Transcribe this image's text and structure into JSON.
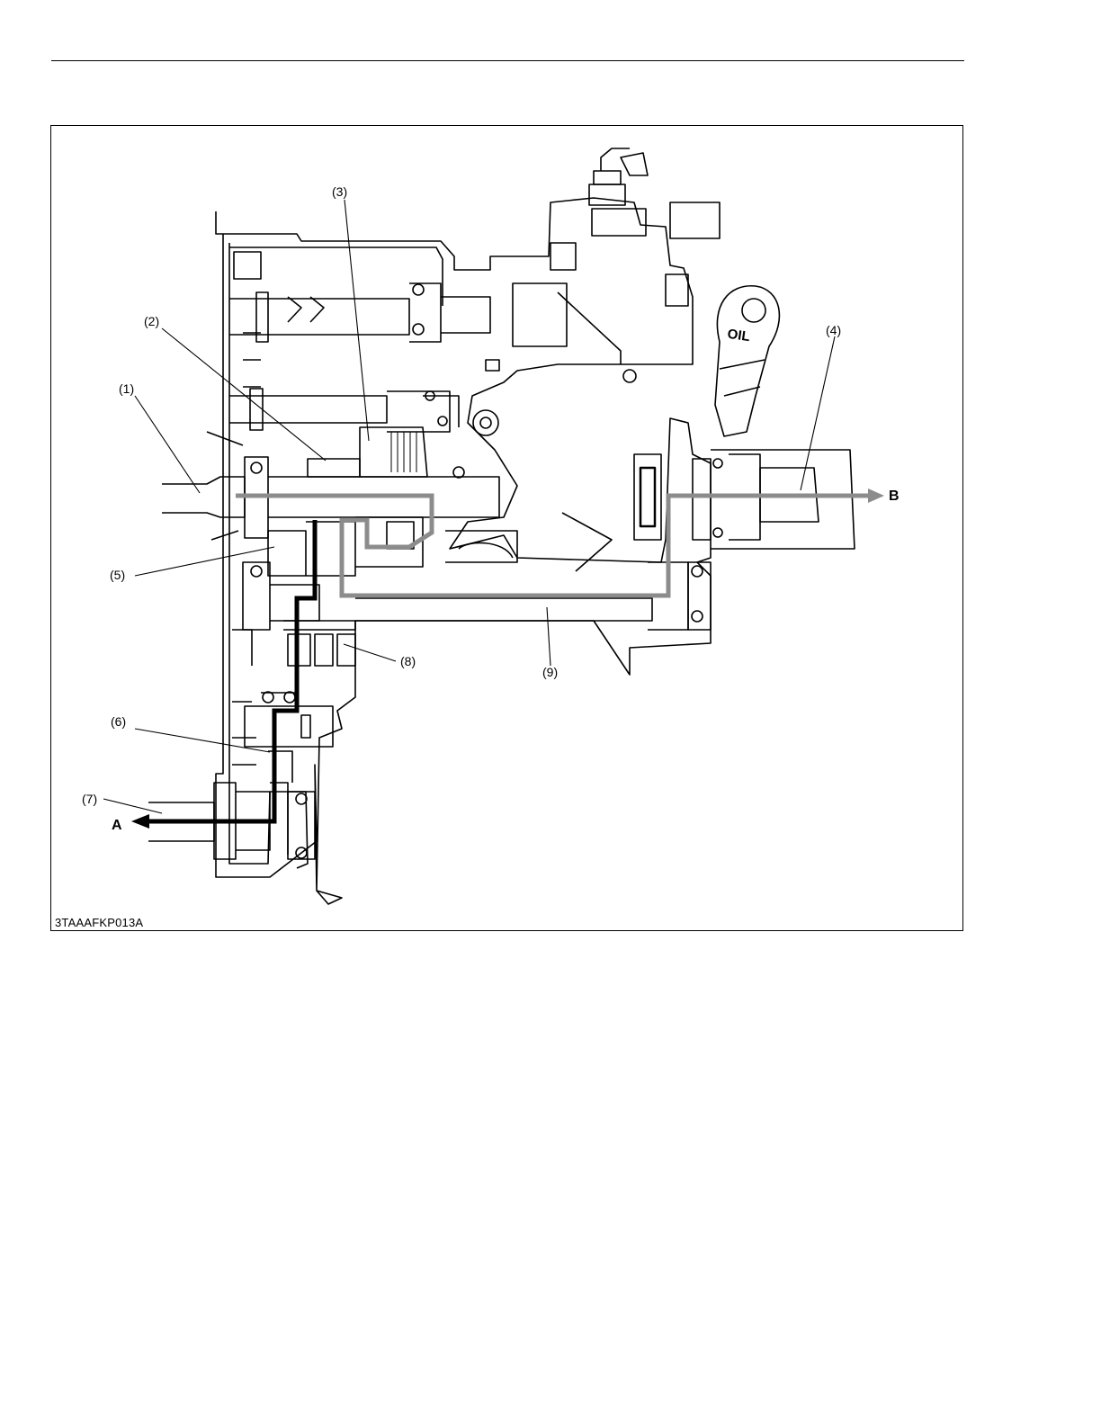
{
  "figure": {
    "code": "3TAAAFKP013A",
    "callouts": [
      "(1)",
      "(2)",
      "(3)",
      "(4)",
      "(5)",
      "(6)",
      "(7)",
      "(8)",
      "(9)"
    ],
    "flow_tags": {
      "a": "A",
      "b": "B"
    },
    "oil_text": "OIL"
  },
  "colors": {
    "line": "#000000",
    "flow_primary": "#000000",
    "flow_secondary": "#8c8c8c"
  }
}
